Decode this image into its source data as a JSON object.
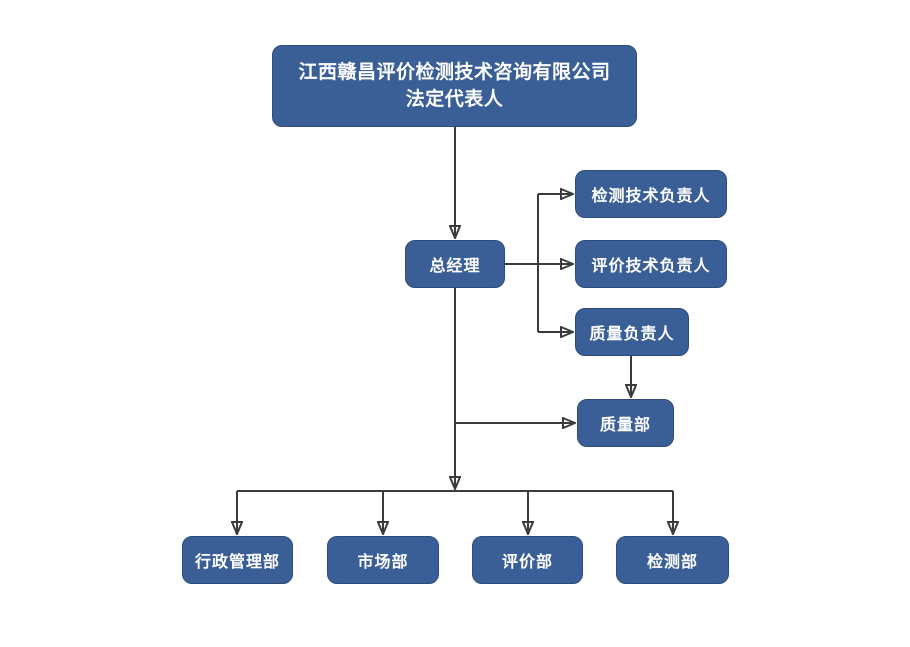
{
  "diagram": {
    "type": "org-chart",
    "nodes": {
      "legal_representative": {
        "label_line1": "江西赣昌评价检测技术咨询有限公司",
        "label_line2": "法定代表人"
      },
      "general_manager": {
        "label": "总经理"
      },
      "testing_tech_leader": {
        "label": "检测技术负责人"
      },
      "evaluation_tech_leader": {
        "label": "评价技术负责人"
      },
      "quality_leader": {
        "label": "质量负责人"
      },
      "quality_dept": {
        "label": "质量部"
      },
      "admin_dept": {
        "label": "行政管理部"
      },
      "market_dept": {
        "label": "市场部"
      },
      "evaluation_dept": {
        "label": "评价部"
      },
      "testing_dept": {
        "label": "检测部"
      }
    },
    "edges": [
      {
        "from": "legal_representative",
        "to": "general_manager"
      },
      {
        "from": "general_manager",
        "to": "testing_tech_leader"
      },
      {
        "from": "general_manager",
        "to": "evaluation_tech_leader"
      },
      {
        "from": "general_manager",
        "to": "quality_leader"
      },
      {
        "from": "quality_leader",
        "to": "quality_dept"
      },
      {
        "from": "general_manager",
        "to": "quality_dept"
      },
      {
        "from": "general_manager",
        "to": "admin_dept"
      },
      {
        "from": "general_manager",
        "to": "market_dept"
      },
      {
        "from": "general_manager",
        "to": "evaluation_dept"
      },
      {
        "from": "general_manager",
        "to": "testing_dept"
      }
    ],
    "colors": {
      "node_fill": "#3A5F96",
      "node_border": "#2E4C7A",
      "node_text": "#FFFFFF",
      "connector": "#3B3B3B",
      "background": "#FFFFFF"
    }
  }
}
